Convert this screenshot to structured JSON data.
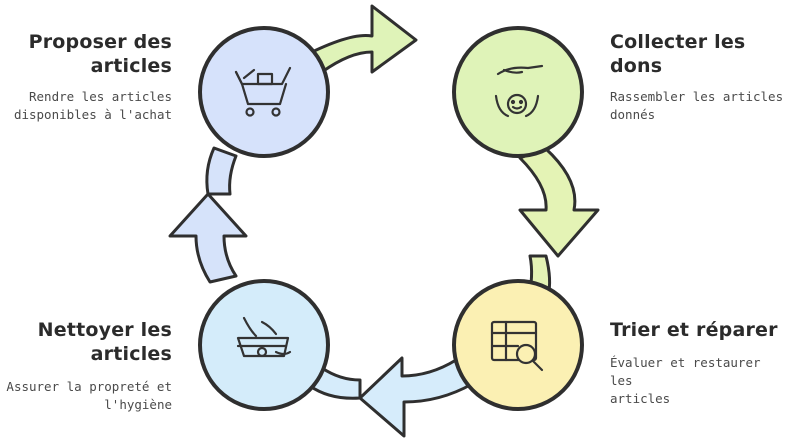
{
  "steps": [
    {
      "id": "propose",
      "title": "Proposer des articles",
      "title_line1": "Proposer des",
      "title_line2": "articles",
      "desc_line1": "Rendre les articles",
      "desc_line2": "disponibles à l'achat",
      "icon": "shopping-cart-icon",
      "fill": "#d6e2fb"
    },
    {
      "id": "collect",
      "title": "Collecter les dons",
      "title_line1": "Collecter les",
      "title_line2": "dons",
      "desc_line1": "Rassembler les articles",
      "desc_line2": "donnés",
      "icon": "donation-hand-icon",
      "fill": "#dff3b8"
    },
    {
      "id": "sort",
      "title": "Trier et réparer",
      "title_line1": "Trier et réparer",
      "title_line2": "",
      "desc_line1": "Évaluer et restaurer les",
      "desc_line2": "articles",
      "icon": "table-search-icon",
      "fill": "#fbf0b3"
    },
    {
      "id": "clean",
      "title": "Nettoyer les articles",
      "title_line1": "Nettoyer les",
      "title_line2": "articles",
      "desc_line1": "Assurer la propreté et",
      "desc_line2": "l'hygiène",
      "icon": "cleaning-basket-icon",
      "fill": "#d4ecfa"
    }
  ],
  "colors": {
    "outline": "#2f2f2f",
    "arrow_top": "#dff3b8",
    "arrow_right": "#e4f3b5",
    "arrow_bottom": "#d6ecfb",
    "arrow_left": "#d6e3fa"
  }
}
